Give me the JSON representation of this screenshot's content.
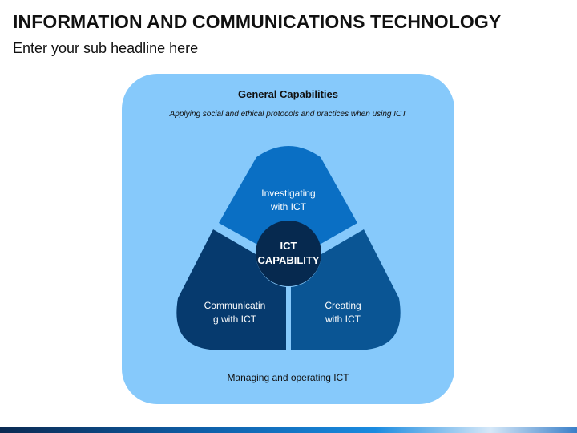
{
  "slide": {
    "title": "INFORMATION AND COMMUNICATIONS TECHNOLOGY",
    "subtitle": "Enter your sub headline here"
  },
  "panel": {
    "title": "General Capabilities",
    "description": "Applying social and ethical protocols and practices when using ICT",
    "footer": "Managing and operating ICT"
  },
  "diagram": {
    "center": {
      "line1": "ICT",
      "line2": "CAPABILITY"
    },
    "segments": {
      "top": {
        "line1": "Investigating",
        "line2": "with ICT"
      },
      "left": {
        "line1": "Communicatin",
        "line2": "g with ICT"
      },
      "right": {
        "line1": "Creating",
        "line2": "with ICT"
      }
    }
  },
  "colors": {
    "panel": "#86c9fb",
    "segment_top": "#0a6fc4",
    "segment_left": "#063a6e",
    "segment_right": "#0a5594",
    "center": "#06294f"
  }
}
